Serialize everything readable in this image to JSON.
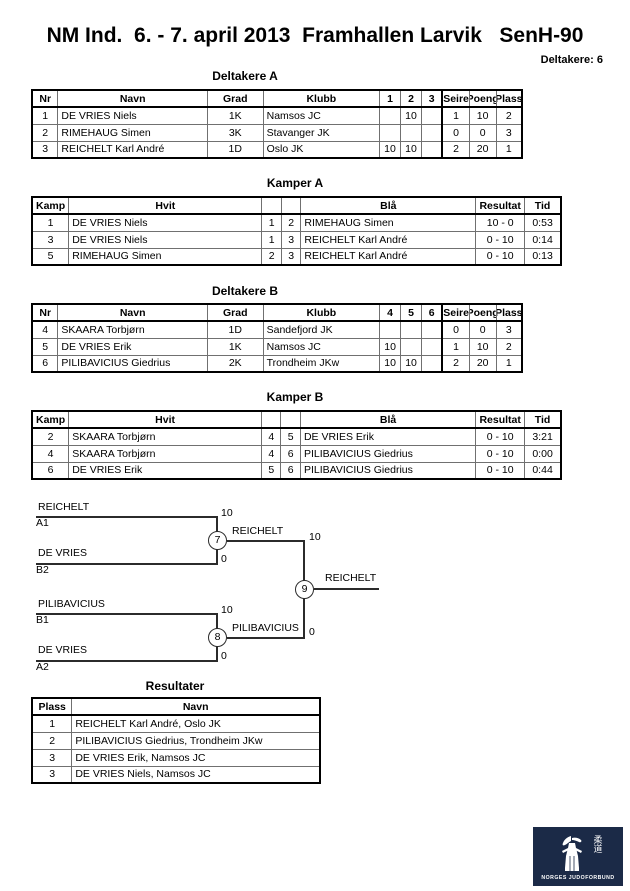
{
  "header": {
    "title": "NM Ind.  6. - 7. april 2013  Framhallen Larvik   SenH-90",
    "participants_label": "Deltakere: 6"
  },
  "pool_a": {
    "caption": "Deltakere A",
    "columns": [
      "Nr",
      "Navn",
      "Grad",
      "Klubb",
      "1",
      "2",
      "3",
      "Seire",
      "Poeng",
      "Plass"
    ],
    "rows": [
      {
        "nr": "1",
        "navn": "DE VRIES Niels",
        "grad": "1K",
        "klubb": "Namsos JC",
        "m1": "",
        "m2": "10",
        "m3": "",
        "seire": "1",
        "poeng": "10",
        "plass": "2"
      },
      {
        "nr": "2",
        "navn": "RIMEHAUG Simen",
        "grad": "3K",
        "klubb": "Stavanger JK",
        "m1": "",
        "m2": "",
        "m3": "",
        "seire": "0",
        "poeng": "0",
        "plass": "3"
      },
      {
        "nr": "3",
        "navn": "REICHELT Karl André",
        "grad": "1D",
        "klubb": "Oslo JK",
        "m1": "10",
        "m2": "10",
        "m3": "",
        "seire": "2",
        "poeng": "20",
        "plass": "1"
      }
    ]
  },
  "matches_a": {
    "caption": "Kamper A",
    "columns": [
      "Kamp",
      "Hvit",
      "Blå",
      "Resultat",
      "Tid"
    ],
    "rows": [
      {
        "kamp": "1",
        "hvit": "DE VRIES Niels",
        "hvit_nr": "1",
        "bla_nr": "2",
        "bla": "RIMEHAUG Simen",
        "resultat": "10 - 0",
        "tid": "0:53"
      },
      {
        "kamp": "3",
        "hvit": "DE VRIES Niels",
        "hvit_nr": "1",
        "bla_nr": "3",
        "bla": "REICHELT Karl André",
        "resultat": "0 - 10",
        "tid": "0:14"
      },
      {
        "kamp": "5",
        "hvit": "RIMEHAUG Simen",
        "hvit_nr": "2",
        "bla_nr": "3",
        "bla": "REICHELT Karl André",
        "resultat": "0 - 10",
        "tid": "0:13"
      }
    ]
  },
  "pool_b": {
    "caption": "Deltakere B",
    "columns": [
      "Nr",
      "Navn",
      "Grad",
      "Klubb",
      "4",
      "5",
      "6",
      "Seire",
      "Poeng",
      "Plass"
    ],
    "rows": [
      {
        "nr": "4",
        "navn": "SKAARA Torbjørn",
        "grad": "1D",
        "klubb": "Sandefjord JK",
        "m1": "",
        "m2": "",
        "m3": "",
        "seire": "0",
        "poeng": "0",
        "plass": "3"
      },
      {
        "nr": "5",
        "navn": "DE VRIES Erik",
        "grad": "1K",
        "klubb": "Namsos JC",
        "m1": "10",
        "m2": "",
        "m3": "",
        "seire": "1",
        "poeng": "10",
        "plass": "2"
      },
      {
        "nr": "6",
        "navn": "PILIBAVICIUS Giedrius",
        "grad": "2K",
        "klubb": "Trondheim JKw",
        "m1": "10",
        "m2": "10",
        "m3": "",
        "seire": "2",
        "poeng": "20",
        "plass": "1"
      }
    ]
  },
  "matches_b": {
    "caption": "Kamper B",
    "columns": [
      "Kamp",
      "Hvit",
      "Blå",
      "Resultat",
      "Tid"
    ],
    "rows": [
      {
        "kamp": "2",
        "hvit": "SKAARA Torbjørn",
        "hvit_nr": "4",
        "bla_nr": "5",
        "bla": "DE VRIES Erik",
        "resultat": "0 - 10",
        "tid": "3:21"
      },
      {
        "kamp": "4",
        "hvit": "SKAARA Torbjørn",
        "hvit_nr": "4",
        "bla_nr": "6",
        "bla": "PILIBAVICIUS Giedrius",
        "resultat": "0 - 10",
        "tid": "0:00"
      },
      {
        "kamp": "6",
        "hvit": "DE VRIES Erik",
        "hvit_nr": "5",
        "bla_nr": "6",
        "bla": "PILIBAVICIUS Giedrius",
        "resultat": "0 - 10",
        "tid": "0:44"
      }
    ]
  },
  "bracket": {
    "entries": [
      {
        "name": "REICHELT",
        "seed": "A1"
      },
      {
        "name": "DE VRIES",
        "seed": "B2"
      },
      {
        "name": "PILIBAVICIUS",
        "seed": "B1"
      },
      {
        "name": "DE VRIES",
        "seed": "A2"
      }
    ],
    "semifinal_1": {
      "number": "7",
      "winner": "REICHELT",
      "top_score": "10",
      "bottom_score": "0"
    },
    "semifinal_2": {
      "number": "8",
      "winner": "PILIBAVICIUS",
      "top_score": "10",
      "bottom_score": "0"
    },
    "final": {
      "number": "9",
      "winner": "REICHELT",
      "top_score": "10",
      "bottom_score": "0"
    }
  },
  "results": {
    "caption": "Resultater",
    "columns": [
      "Plass",
      "Navn"
    ],
    "rows": [
      {
        "plass": "1",
        "navn": "REICHELT Karl André, Oslo JK"
      },
      {
        "plass": "2",
        "navn": "PILIBAVICIUS Giedrius, Trondheim JKw"
      },
      {
        "plass": "3",
        "navn": "DE VRIES Erik, Namsos JC"
      },
      {
        "plass": "3",
        "navn": "DE VRIES Niels, Namsos JC"
      }
    ]
  },
  "logo": {
    "text": "NORGES JUDOFORBUND",
    "kanji": "柔道"
  }
}
